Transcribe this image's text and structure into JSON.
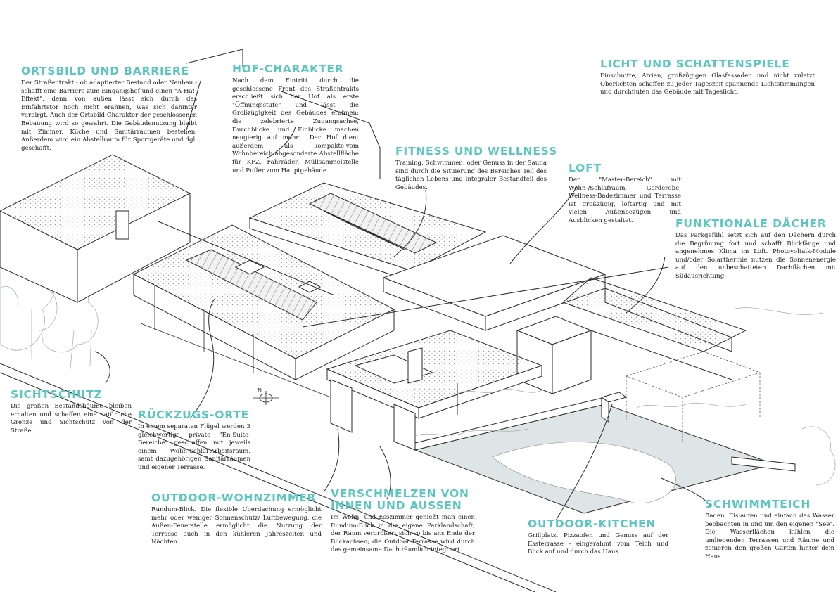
{
  "annotations": {
    "ortsbild": {
      "title": "ORTSBILD UND BARRIERE",
      "text": "Der Straßentrakt - ob adaptierter Bestand oder Neubau - schafft eine Barriere zum Eingangshof und einen \"A-Ha!-Effekt\", denn von außen lässt sich durch das Einfahrtstor noch nicht erahnen, was sich dahinter verbirgt. Auch der Ortsbild-Charakter der geschlossenen Bebauung wird so gewahrt. Die Gebäudenutzung bleibt mit Zimmer, Küche und Sanitärraumen bestehen. Außerdem wird ein Abstellraum für Sportgeräte und dgl. geschafft."
    },
    "hof": {
      "title": "HOF-CHARAKTER",
      "text": "Nach dem Eintritt durch die geschlossene Front des Straßentrakts erschließt sich der Hof als erste \"Öffnungsstufe\" und lässt die Großzügigkeit des Gebäudes erahnen: die zelebrierte Zugangsachse, Durchblicke und Einblicke machen neugierig auf mehr... Der Hof dient außerdem als kompakte,vom Wohnbereich abgesonderte Abstellfläche für KFZ, Fahrräder, Müllsammelstelle und Puffer zum Hauptgebäude."
    },
    "licht": {
      "title": "LICHT UND SCHATTENSPIELE",
      "text": "Einschnitte, Atrien, großzügigen Glasfassaden und nicht zuletzt Oberlichten schaffen zu jeder Tageszeit spannende Lichtstimmungen und durchfluten das Gebäude mit Tageslicht."
    },
    "fitness": {
      "title": "FITNESS UND WELLNESS",
      "text": "Training, Schwimmen, oder Genuss in der Sauna sind durch die Situierung des Bereiches Teil des täglichen Lebens und integraler Bestandteil des Gebäudes."
    },
    "loft": {
      "title": "LOFT",
      "text": "Der \"Master-Bereich\" mit Wohn-/Schlafraum, Garderobe, Wellness-Badezimmer und Terrasse ist großzügig, loftartig und mit vielen Außenbezügen und Ausblicken gestaltet."
    },
    "daecher": {
      "title": "FUNKTIONALE DÄCHER",
      "text": "Das Parkgefühl setzt sich auf den Dächern durch die Begrünung fort und schafft Blickfänge und angenehmes Klima im Loft. Photovoltaik-Module und/oder Solarthermie nutzen die Sonnenenergie auf den unbeschatteten Dachflächen mit Südausrichtung."
    },
    "sichtschutz": {
      "title": "SICHTSCHUTZ",
      "text": "Die großen Bestandsbäume bleiben erhalten und schaffen eine natürliche Grenze und Sichtschutz von der Straße."
    },
    "rueckzug": {
      "title": "RÜCKZUGS-ORTE",
      "text": "In einem separaten Flügel werden 3 gleichwertige private \"En-Suite-Bereiche\" geschaffen mit jeweils einem Wohn-Schlaf-Arbeitsraum, samt dazugehörigen Sanitärräumen und eigener Terrasse."
    },
    "outdoorwohn": {
      "title": "OUTDOOR-WOHNZIMMER",
      "text": "Rundum-Blick. Die flexible Überdachung ermöglicht mehr oder weniger Sonnenschutz/ Luftbewegung, die Außen-Feuerstelle ermöglicht die Nutzung der Terrasse auch in den kühleren Jahreszeiten und Nächten."
    },
    "verschmelzen": {
      "title_line1": "VERSCHMELZEN VON",
      "title_line2": "INNEN UND AUSSEN",
      "text": "Im Wohn- und Esszimmer genießt man einen Rundum-Blick in die eigene Parklandschaft; der Raum vergrößert sich so bis ans Ende der Blickachsen; die Outdoor-Terrasse wird durch das gemeinsame Dach räumlich integriert."
    },
    "kitchen": {
      "title": "OUTDOOR-KITCHEN",
      "text": "Grillplatz, Pizzaofen und Genuss auf der Essterrasse - eingerahmt vom Teich und Blick auf und durch das Haus."
    },
    "teich": {
      "title": "SCHWIMMTEICH",
      "text": "Baden, Eislaufen und einfach das Wasser beobachten in und um den eigenen \"See\". Die Wasserflächen kühlen die umliegenden Terrassen und Räume und zonieren den großen Garten hinter dem Haus."
    }
  },
  "compass": {
    "label": "N"
  },
  "colors": {
    "accent": "#5cc7c2",
    "line": "#2a2a2a",
    "water": "#dde5e7",
    "vegetation": "#9aa19c"
  }
}
